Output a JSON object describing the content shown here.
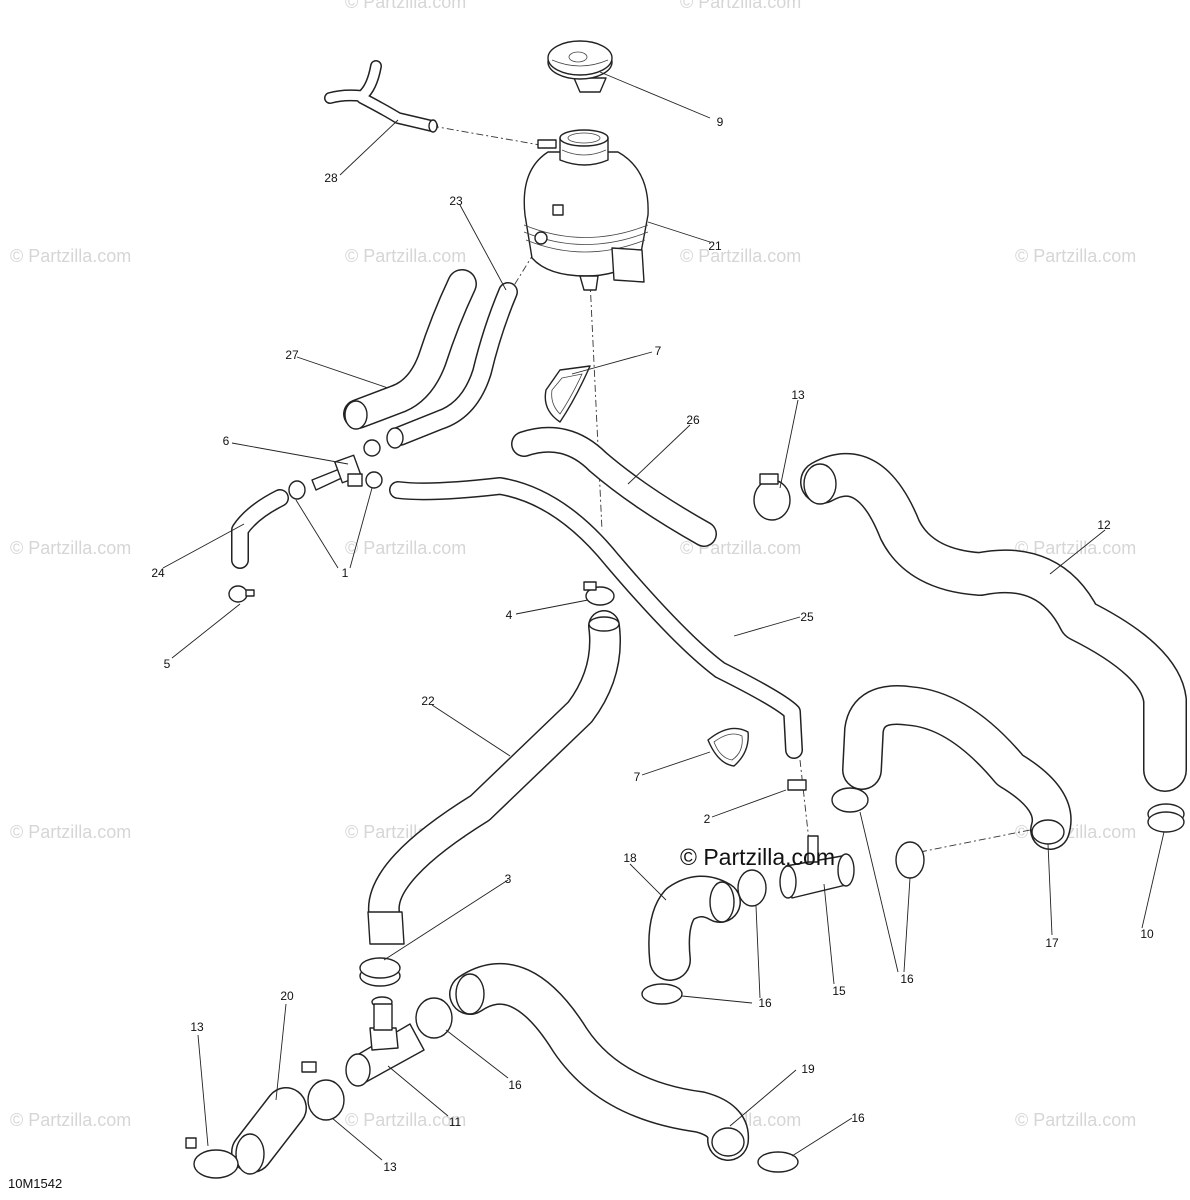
{
  "diagram_code": "10M1542",
  "watermark": {
    "small": "© Partzilla.com",
    "large": "© Partzilla.com"
  },
  "callouts": {
    "c1": "1",
    "c2": "2",
    "c3": "3",
    "c4": "4",
    "c5": "5",
    "c6": "6",
    "c7a": "7",
    "c7b": "7",
    "c9": "9",
    "c10": "10",
    "c11": "11",
    "c12": "12",
    "c13a": "13",
    "c13b": "13",
    "c13c": "13",
    "c15": "15",
    "c16a": "16",
    "c16b": "16",
    "c16c": "16",
    "c16d": "16",
    "c17": "17",
    "c18": "18",
    "c19": "19",
    "c20": "20",
    "c21": "21",
    "c22": "22",
    "c23": "23",
    "c24": "24",
    "c25": "25",
    "c26": "26",
    "c27": "27",
    "c28": "28"
  }
}
